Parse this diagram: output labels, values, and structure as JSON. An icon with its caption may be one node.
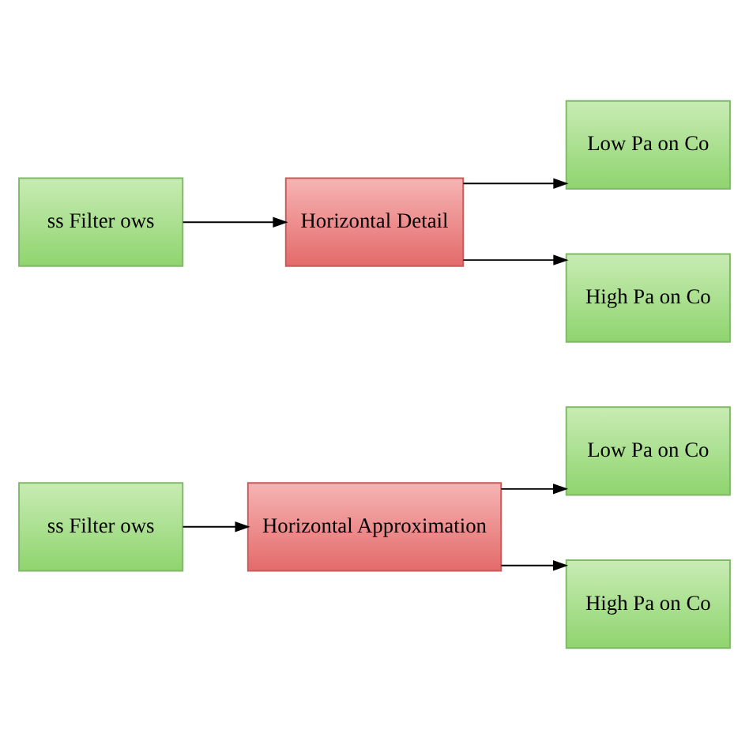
{
  "diagram": {
    "nodes": [
      {
        "text": [
          "ss Filter ows"
        ]
      },
      {
        "text": [
          "Horizontal Approximation"
        ]
      },
      {
        "text": [
          "Low Pa on Co"
        ]
      },
      {
        "text": [
          "High Pa on Co"
        ]
      },
      {
        "text": [
          "ss Filter ows"
        ]
      },
      {
        "text": [
          "Horizontal Detail"
        ]
      },
      {
        "text": [
          "Low Pa on Co"
        ]
      },
      {
        "text": [
          "High Pa on Co"
        ]
      }
    ],
    "edges": [
      {
        "from": 0,
        "to": 1,
        "arrow": "to"
      },
      {
        "from": 1,
        "to": 2,
        "arrow": "to"
      },
      {
        "from": 1,
        "to": 3,
        "arrow": "to"
      },
      {
        "from": 4,
        "to": 5,
        "arrow": "to"
      },
      {
        "from": 5,
        "to": 6,
        "arrow": "to"
      },
      {
        "from": 5,
        "to": 7,
        "arrow": "to"
      }
    ]
  }
}
